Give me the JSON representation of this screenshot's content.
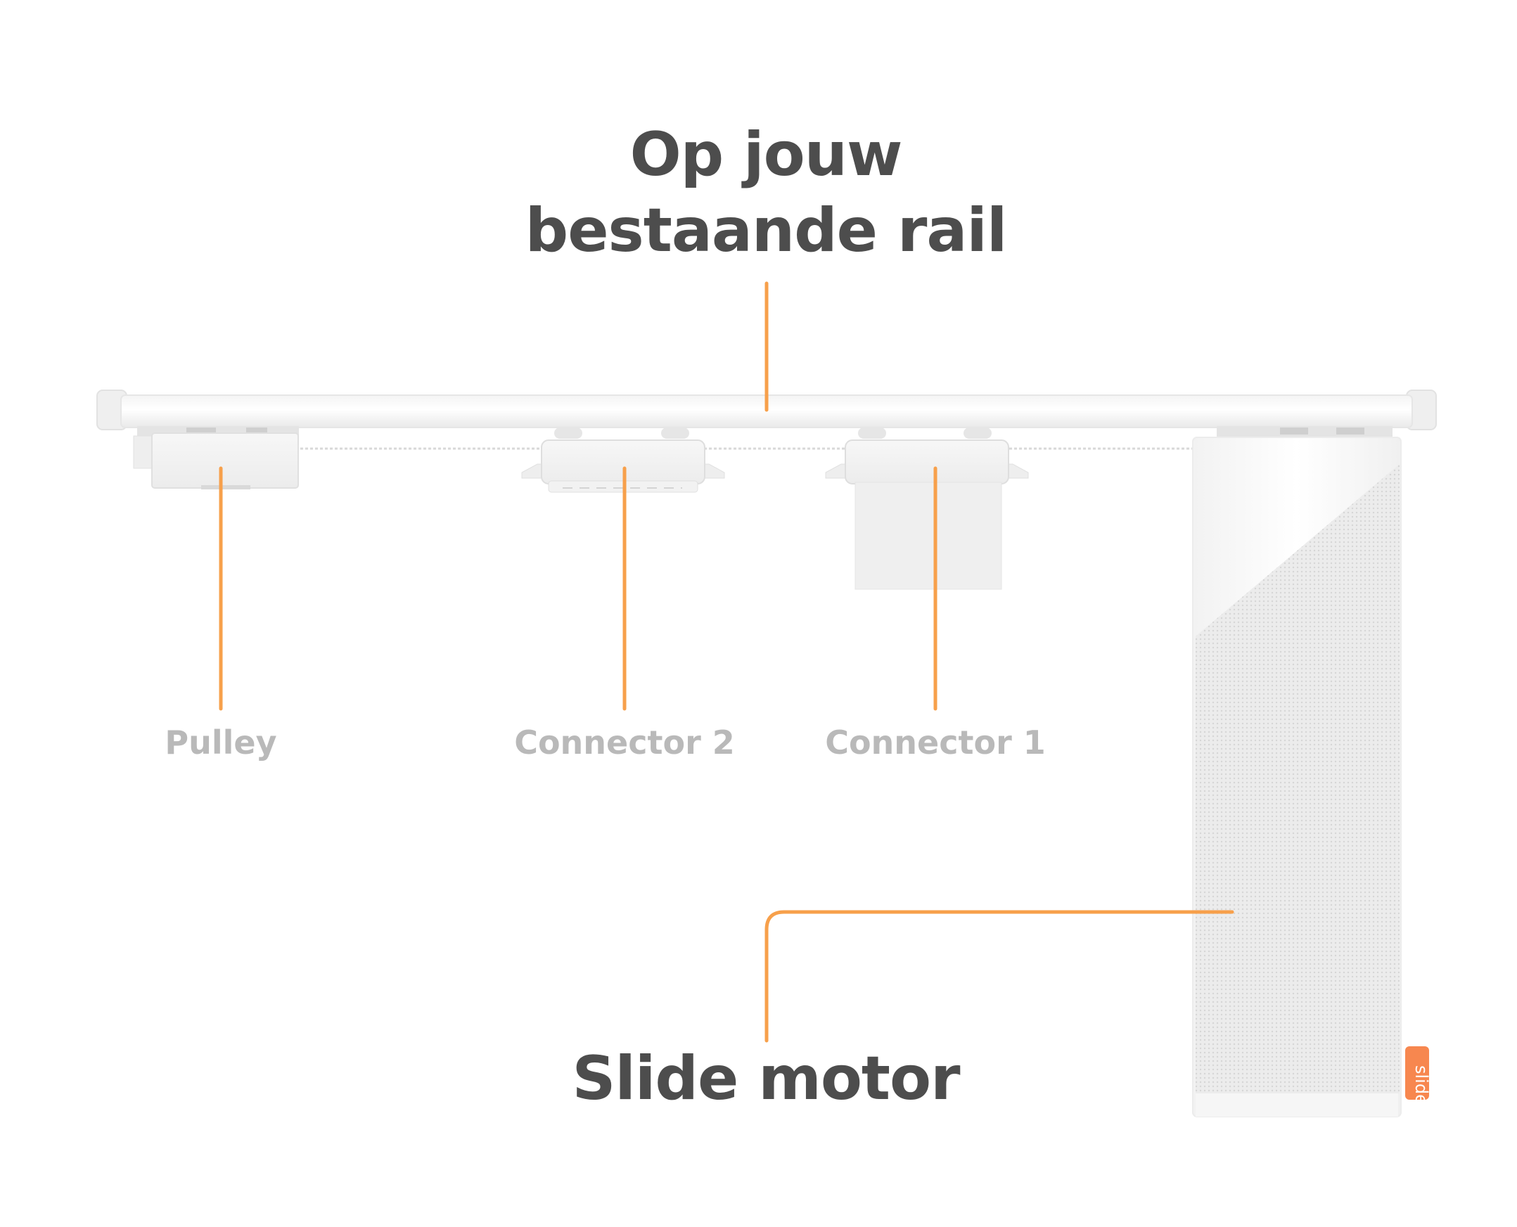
{
  "title": {
    "line1": "Op jouw",
    "line2": "bestaande rail"
  },
  "components": {
    "pulley": "Pulley",
    "connector2": "Connector 2",
    "connector1": "Connector 1"
  },
  "motor": {
    "label": "Slide motor",
    "brand": "slide"
  },
  "colors": {
    "accent": "#F7A04B",
    "title_text": "#4D4D4D",
    "label_text": "#B9B9B9",
    "brand_badge": "#F7874F"
  }
}
